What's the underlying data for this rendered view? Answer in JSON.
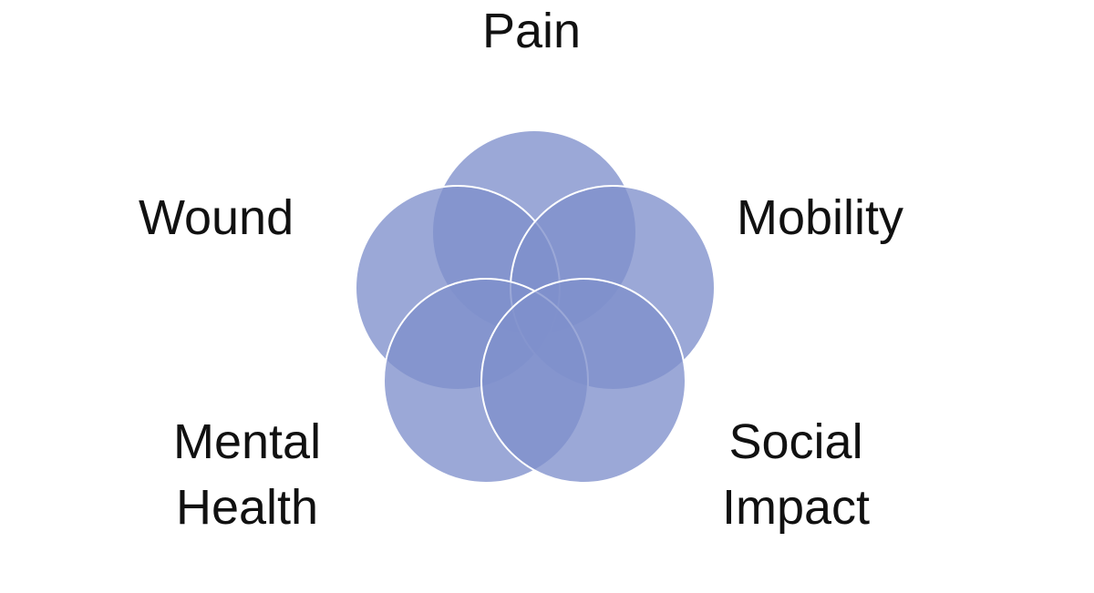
{
  "diagram": {
    "type": "five-circle-overlap",
    "circle_color": "#7f90cc",
    "outline_color": "#ffffff",
    "labels": {
      "top": "Pain",
      "upper_left": "Wound",
      "upper_right": "Mobility",
      "lower_left": [
        "Mental",
        "Health"
      ],
      "lower_right": [
        "Social",
        "Impact"
      ]
    }
  }
}
